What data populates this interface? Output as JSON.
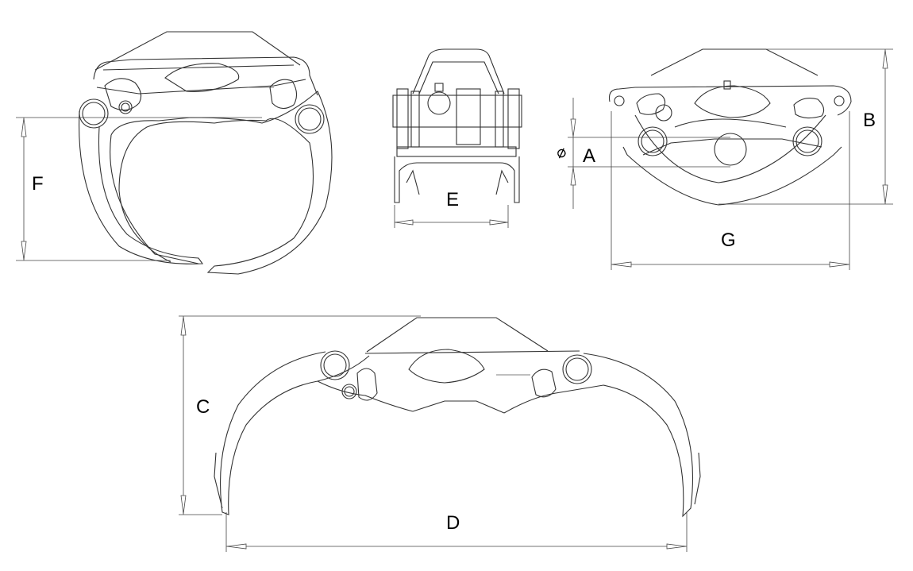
{
  "dimensions": {
    "A": "A",
    "B": "B",
    "C": "C",
    "D": "D",
    "E": "E",
    "F": "F",
    "G": "G",
    "diameter_symbol": "⌀"
  },
  "colors": {
    "line": "#333333",
    "background": "#ffffff"
  }
}
